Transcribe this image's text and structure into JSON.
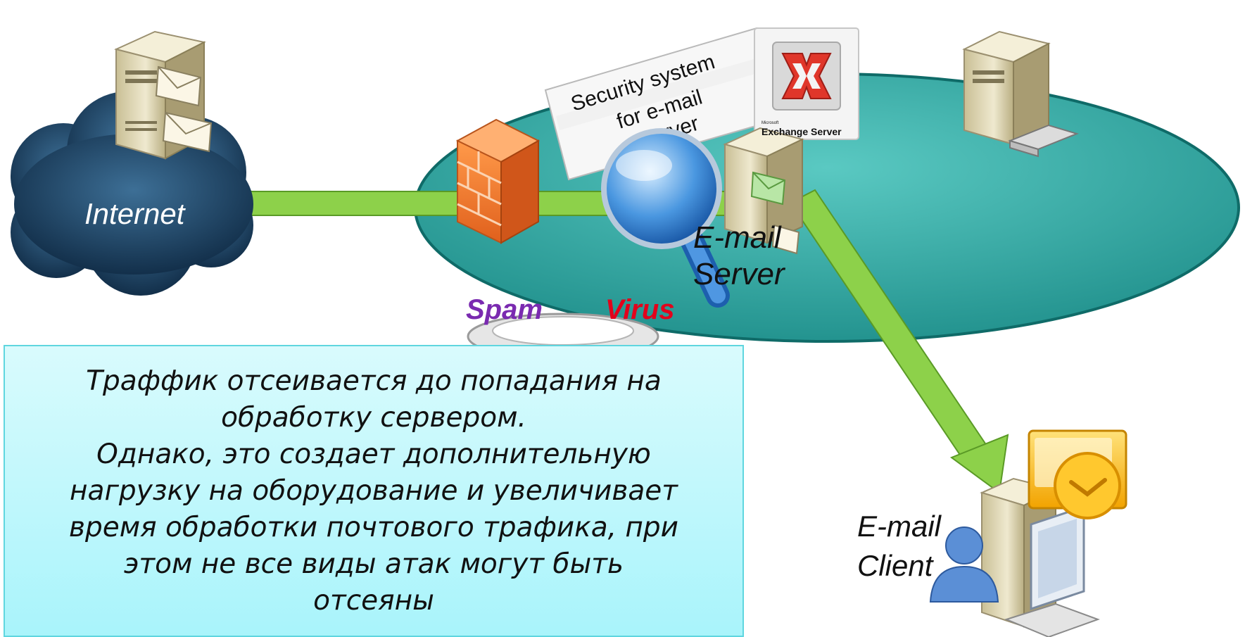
{
  "labels": {
    "internet": "Internet",
    "email_server_line1": "E-mail",
    "email_server_line2": "Server",
    "email_client_line1": "E-mail",
    "email_client_line2": "Client",
    "spam": "Spam",
    "virus": "Virus"
  },
  "security_note": {
    "line1": "Security system",
    "line2": "for e-mail",
    "line3": "server"
  },
  "exchange_logo": {
    "small_text": "Microsoft",
    "product": "Exchange Server"
  },
  "info_box": {
    "lines": [
      "Траффик отсеивается до попадания на",
      "обработку сервером.",
      "Однако, это создает дополнительную",
      "нагрузку на оборудование и увеличивает",
      "время обработки почтового трафика, при",
      "этом не все виды атак могут быть",
      "отсеяны"
    ]
  },
  "colors": {
    "link_green": "#8dd14a",
    "network_teal": "#35a9a4",
    "firewall_orange": "#f07a2a",
    "info_fill": "#b5f6fb",
    "spam": "#7a2ab0",
    "virus": "#e3001b"
  }
}
